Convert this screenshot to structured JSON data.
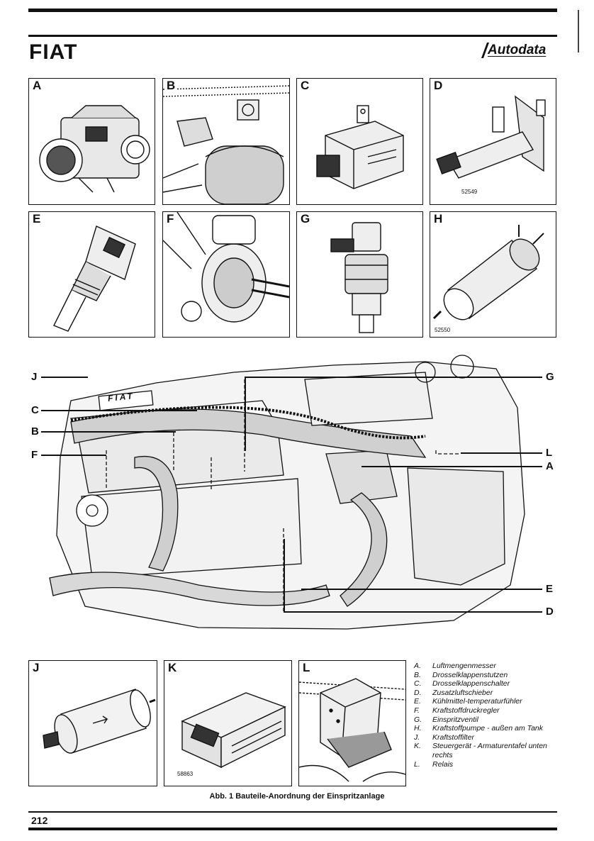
{
  "header": {
    "make": "FIAT",
    "publisher": "Autodata"
  },
  "panels_top": [
    {
      "letter": "A"
    },
    {
      "letter": "B"
    },
    {
      "letter": "C"
    },
    {
      "letter": "D",
      "part_no": "52549"
    },
    {
      "letter": "E"
    },
    {
      "letter": "F"
    },
    {
      "letter": "G"
    },
    {
      "letter": "H",
      "part_no": "52550"
    }
  ],
  "engine": {
    "engine_label": "FIAT",
    "callouts_left": [
      "J",
      "C",
      "B",
      "F"
    ],
    "callouts_right": [
      "G",
      "L",
      "A",
      "E",
      "D"
    ]
  },
  "panels_bottom": [
    {
      "letter": "J"
    },
    {
      "letter": "K",
      "part_no": "58863"
    },
    {
      "letter": "L"
    }
  ],
  "legend": [
    {
      "key": "A.",
      "text": "Luftmengenmesser"
    },
    {
      "key": "B.",
      "text": "Drosselklappenstutzen"
    },
    {
      "key": "C.",
      "text": "Drosselklappenschalter"
    },
    {
      "key": "D.",
      "text": "Zusatzluftschieber"
    },
    {
      "key": "E.",
      "text": "Kühlmittel-temperaturfühler"
    },
    {
      "key": "F.",
      "text": "Kraftstoffdruckregler"
    },
    {
      "key": "G.",
      "text": "Einspritzventil"
    },
    {
      "key": "H.",
      "text": "Kraftstoffpumpe - außen am Tank"
    },
    {
      "key": "J.",
      "text": "Kraftstoffilter"
    },
    {
      "key": "K.",
      "text": "Steuergerät - Armaturentafel unten rechts"
    },
    {
      "key": "L.",
      "text": "Relais"
    }
  ],
  "caption": "Abb. 1 Bauteile-Anordnung der Einspritzanlage",
  "page_number": "212"
}
